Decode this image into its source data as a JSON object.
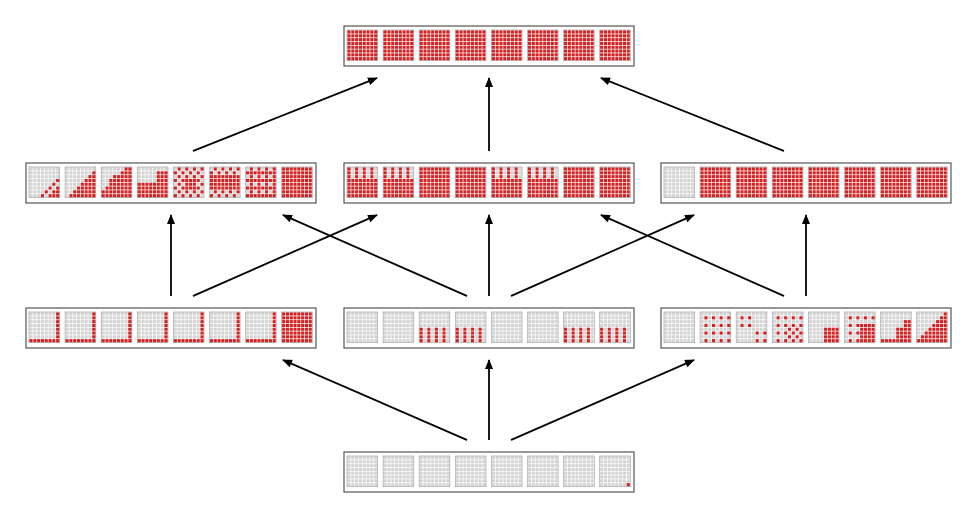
{
  "colors": {
    "filled": "#d42020",
    "empty": "#d4d4d4",
    "panel_border": "#555555",
    "background": "#ffffff",
    "arrow": "#000000"
  },
  "grid": {
    "rows": 8,
    "cols": 8,
    "cells_per_panel": 8
  },
  "levels": [
    {
      "name": "bottom",
      "boxes": [
        {
          "patterns": [
            "empty",
            "empty",
            "empty",
            "empty",
            "empty",
            "empty",
            "empty",
            "corner"
          ]
        }
      ]
    },
    {
      "name": "second",
      "boxes": [
        {
          "patterns": [
            "lshape",
            "lshape",
            "lshape",
            "lshape",
            "lshape",
            "lshape",
            "lshape",
            "full"
          ]
        },
        {
          "patterns": [
            "empty",
            "empty",
            "bars",
            "bars",
            "empty",
            "empty",
            "bars",
            "bars"
          ]
        },
        {
          "patterns": [
            "empty",
            "dots",
            "dots2",
            "dots3",
            "block",
            "dots4",
            "stair",
            "stair2"
          ]
        }
      ]
    },
    {
      "name": "third",
      "boxes": [
        {
          "patterns": [
            "tri1",
            "tri2",
            "tri3",
            "tri4",
            "chk1",
            "chk2",
            "chk3",
            "full"
          ]
        },
        {
          "patterns": [
            "comb",
            "comb",
            "full",
            "full",
            "comb",
            "comb",
            "full",
            "full"
          ]
        },
        {
          "patterns": [
            "empty",
            "full",
            "full",
            "full",
            "full",
            "full",
            "full",
            "full"
          ]
        }
      ]
    },
    {
      "name": "top",
      "boxes": [
        {
          "patterns": [
            "full",
            "full",
            "full",
            "full",
            "full",
            "full",
            "full",
            "full"
          ]
        }
      ]
    }
  ],
  "arrows": [
    {
      "from": "bottom-0",
      "to": "second-0"
    },
    {
      "from": "bottom-0",
      "to": "second-1"
    },
    {
      "from": "bottom-0",
      "to": "second-2"
    },
    {
      "from": "second-0",
      "to": "third-0"
    },
    {
      "from": "second-0",
      "to": "third-1"
    },
    {
      "from": "second-1",
      "to": "third-0"
    },
    {
      "from": "second-1",
      "to": "third-1"
    },
    {
      "from": "second-1",
      "to": "third-2"
    },
    {
      "from": "second-2",
      "to": "third-1"
    },
    {
      "from": "second-2",
      "to": "third-2"
    },
    {
      "from": "third-0",
      "to": "top-0"
    },
    {
      "from": "third-1",
      "to": "top-0"
    },
    {
      "from": "third-2",
      "to": "top-0"
    }
  ]
}
